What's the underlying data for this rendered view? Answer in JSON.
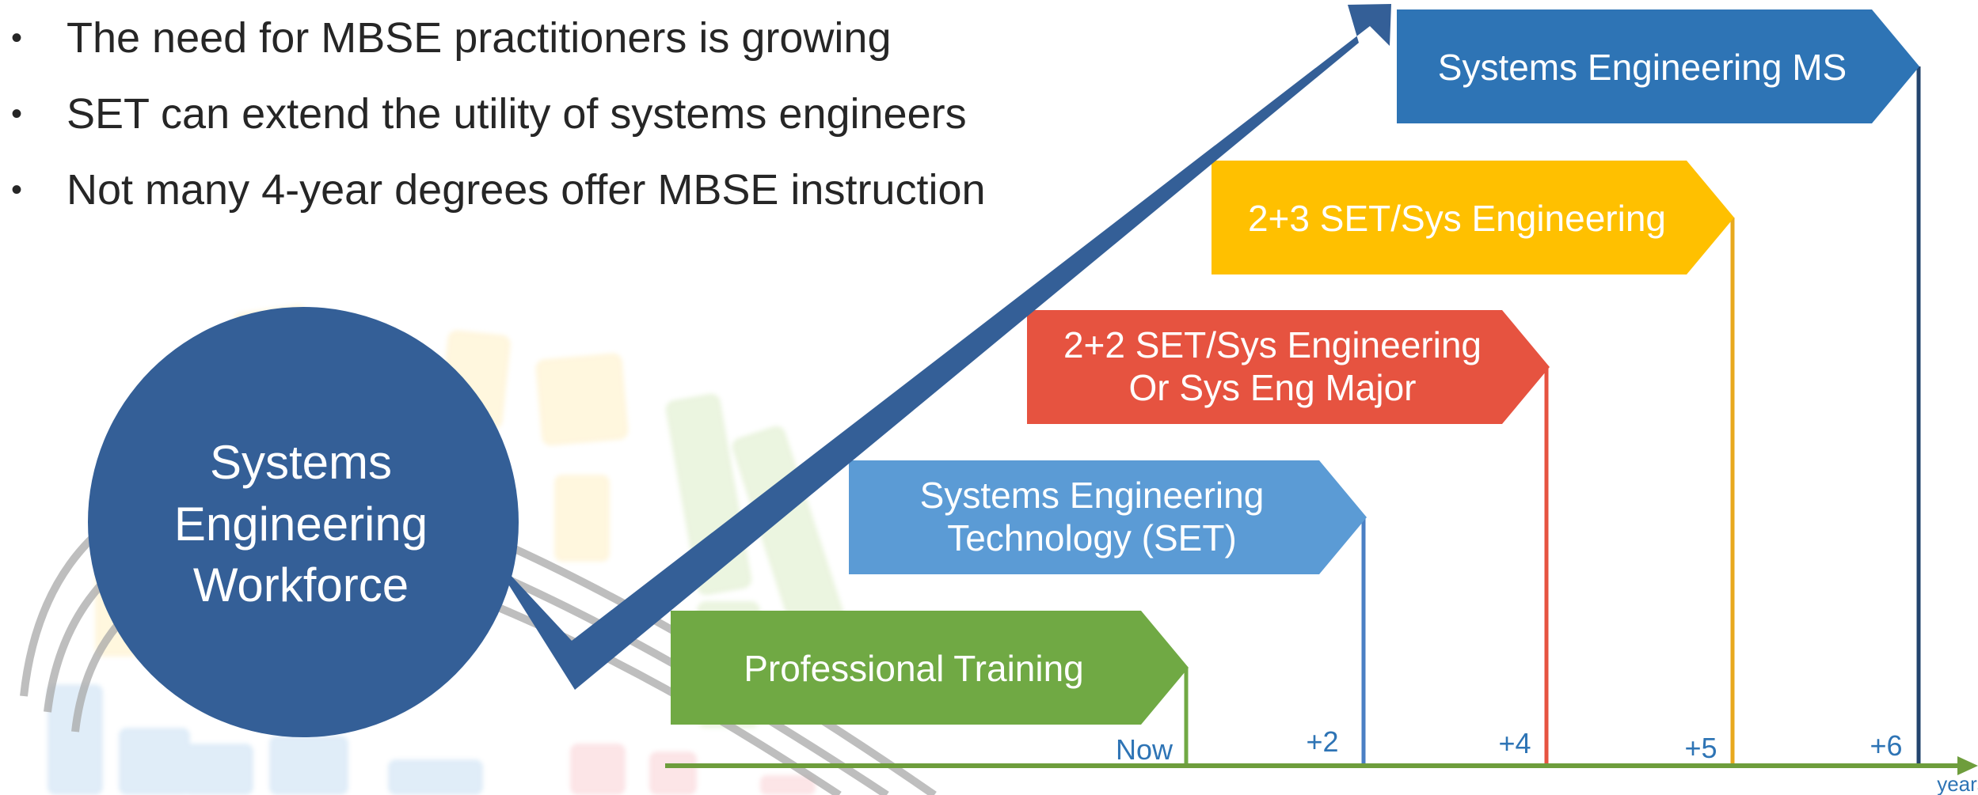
{
  "bullets": [
    "The need for MBSE practitioners is growing",
    "SET can extend the utility of systems engineers",
    "Not many 4-year degrees offer MBSE instruction"
  ],
  "bullet_glyph": "•",
  "hub": {
    "lines": [
      "Systems",
      "Engineering",
      "Workforce"
    ],
    "color": "#345f97"
  },
  "arrow_color": "#345f97",
  "stages": [
    {
      "id": "professional-training",
      "lines": [
        "Professional Training"
      ],
      "color": "#70a944",
      "milestone": "Now",
      "line_color": "#70a944"
    },
    {
      "id": "set",
      "lines": [
        "Systems Engineering",
        "Technology (SET)"
      ],
      "color": "#5b9bd5",
      "milestone": "+2",
      "line_color": "#4a7fc4"
    },
    {
      "id": "2plus2",
      "lines": [
        "2+2 SET/Sys Engineering",
        "Or Sys Eng Major"
      ],
      "color": "#e65340",
      "milestone": "+4",
      "line_color": "#e65340"
    },
    {
      "id": "2plus3",
      "lines": [
        "2+3 SET/Sys Engineering"
      ],
      "color": "#ffc000",
      "milestone": "+5",
      "line_color": "#e8a91e"
    },
    {
      "id": "ms",
      "lines": [
        "Systems Engineering MS"
      ],
      "color": "#2e74b5",
      "milestone": "+6",
      "line_color": "#23446e"
    }
  ],
  "axis": {
    "unit_label": "years",
    "color": "#6e9d3c",
    "label_color": "#2e74b5"
  }
}
